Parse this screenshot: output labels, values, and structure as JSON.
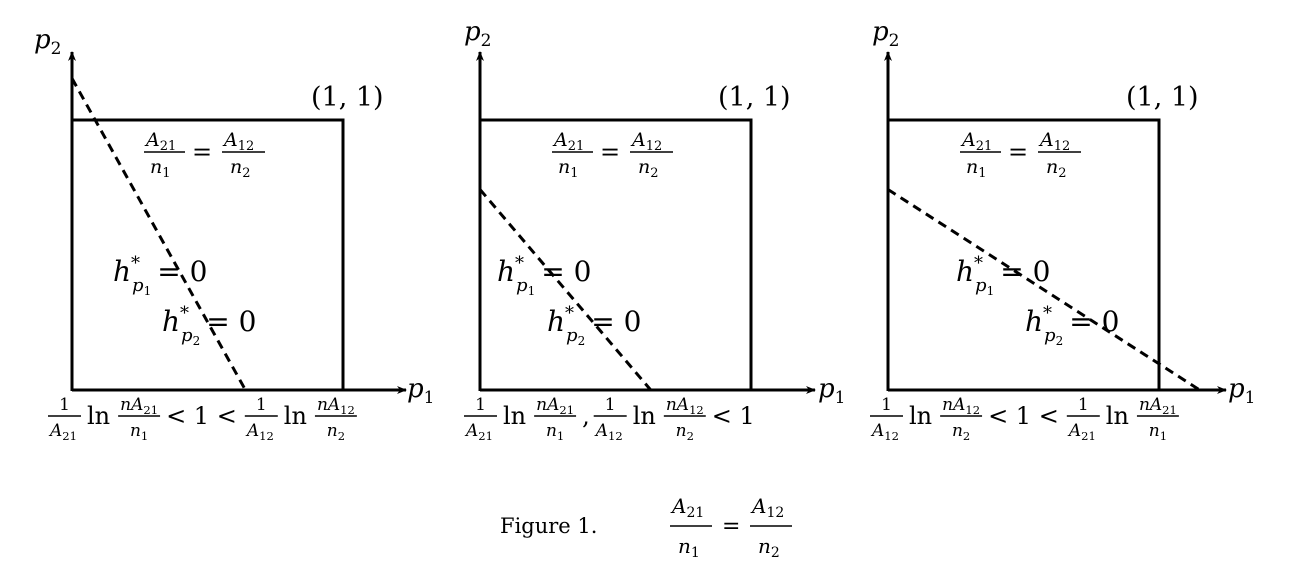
{
  "axes": {
    "y_base": "p",
    "y_sub": "2",
    "x_base": "p",
    "x_sub": "1"
  },
  "corner_label": "(1, 1)",
  "box_equation": {
    "left_num": "A",
    "left_num_sub": "21",
    "left_den": "n",
    "left_den_sub": "1",
    "eq": "=",
    "right_num": "A",
    "right_num_sub": "12",
    "right_den": "n",
    "right_den_sub": "2"
  },
  "h_labels": [
    {
      "base": "h",
      "sup": "*",
      "sub": "p",
      "subsub": "1",
      "rhs": "= 0"
    },
    {
      "base": "h",
      "sup": "*",
      "sub": "p",
      "subsub": "2",
      "rhs": "= 0"
    }
  ],
  "panels": [
    {
      "dashed_line": {
        "start": [
          0,
          1.15
        ],
        "end": [
          0.64,
          0
        ]
      },
      "condition": [
        {
          "kind": "frac",
          "num": "1",
          "den": "A",
          "den_sub": "21"
        },
        {
          "kind": "text",
          "text": "ln"
        },
        {
          "kind": "frac",
          "num": "nA",
          "num_sub": "21",
          "den": "n",
          "den_sub": "1"
        },
        {
          "kind": "text",
          "text": "< 1 <"
        },
        {
          "kind": "frac",
          "num": "1",
          "den": "A",
          "den_sub": "12"
        },
        {
          "kind": "text",
          "text": "ln"
        },
        {
          "kind": "frac",
          "num": "nA",
          "num_sub": "12",
          "den": "n",
          "den_sub": "2"
        }
      ]
    },
    {
      "dashed_line": {
        "start": [
          0,
          0.74
        ],
        "end": [
          0.63,
          0
        ]
      },
      "condition": [
        {
          "kind": "frac",
          "num": "1",
          "den": "A",
          "den_sub": "21"
        },
        {
          "kind": "text",
          "text": "ln"
        },
        {
          "kind": "frac",
          "num": "nA",
          "num_sub": "21",
          "den": "n",
          "den_sub": "1"
        },
        {
          "kind": "text",
          "text": ","
        },
        {
          "kind": "frac",
          "num": "1",
          "den": "A",
          "den_sub": "12"
        },
        {
          "kind": "text",
          "text": "ln"
        },
        {
          "kind": "frac",
          "num": "nA",
          "num_sub": "12",
          "den": "n",
          "den_sub": "2"
        },
        {
          "kind": "text",
          "text": "< 1"
        }
      ]
    },
    {
      "dashed_line": {
        "start": [
          0,
          0.74
        ],
        "end": [
          1.15,
          0
        ]
      },
      "condition": [
        {
          "kind": "frac",
          "num": "1",
          "den": "A",
          "den_sub": "12"
        },
        {
          "kind": "text",
          "text": "ln"
        },
        {
          "kind": "frac",
          "num": "nA",
          "num_sub": "12",
          "den": "n",
          "den_sub": "2"
        },
        {
          "kind": "text",
          "text": "< 1 <"
        },
        {
          "kind": "frac",
          "num": "1",
          "den": "A",
          "den_sub": "21"
        },
        {
          "kind": "text",
          "text": "ln"
        },
        {
          "kind": "frac",
          "num": "nA",
          "num_sub": "21",
          "den": "n",
          "den_sub": "1"
        }
      ]
    }
  ],
  "caption": {
    "prefix": "Figure 1.",
    "left_num": "A",
    "left_num_sub": "21",
    "left_den": "n",
    "left_den_sub": "1",
    "eq": "=",
    "right_num": "A",
    "right_num_sub": "12",
    "right_den": "n",
    "right_den_sub": "2"
  }
}
